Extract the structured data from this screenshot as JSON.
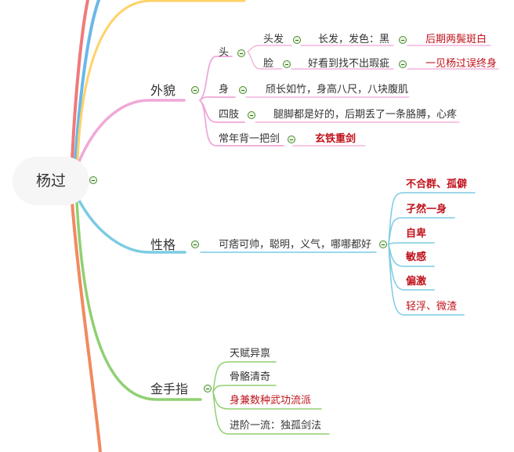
{
  "root": {
    "label": "杨过"
  },
  "appearance": {
    "label": "外貌",
    "head": {
      "label": "头",
      "hair": {
        "label": "头发",
        "detail": "长发，发色：黑",
        "note": "后期两鬓斑白"
      },
      "face": {
        "label": "脸",
        "detail": "好看到找不出瑕疵",
        "note": "一见杨过误终身"
      }
    },
    "body": {
      "label": "身",
      "detail": "颀长如竹，身高八尺，八块腹肌"
    },
    "limbs": {
      "label": "四肢",
      "detail": "腿脚都是好的，后期丢了一条胳膊，心疼"
    },
    "sword": {
      "label": "常年背一把剑",
      "detail": "玄铁重剑"
    }
  },
  "personality": {
    "label": "性格",
    "summary": "可痞可帅，聪明，义气，哪哪都好",
    "traits": [
      "不合群、孤僻",
      "孑然一身",
      "自卑",
      "敏感",
      "偏激",
      "轻浮、微渣"
    ]
  },
  "cheat": {
    "label": "金手指",
    "items": [
      "天赋异禀",
      "骨骼清奇",
      "身兼数种武功流派",
      "进阶一流：独孤剑法"
    ]
  },
  "colors": {
    "appearance": "#f0a8d8",
    "personality": "#7ccbe3",
    "cheat": "#8fd072",
    "top_yellow": "#ffd268",
    "top_red": "#f07a7a",
    "top_blue": "#6ab8e8",
    "bottom_orange": "#f08a60",
    "red_text": "#c0121b"
  }
}
